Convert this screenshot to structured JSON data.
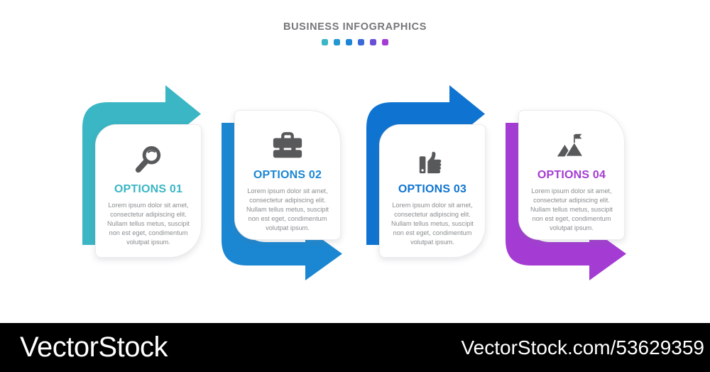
{
  "header": {
    "title": "BUSINESS INFOGRAPHICS",
    "dot_colors": [
      "#3ab6c4",
      "#2397cf",
      "#1b86d6",
      "#3a6ad8",
      "#6a4fd6",
      "#a43cd4"
    ]
  },
  "options": [
    {
      "label": "OPTIONS 01",
      "color": "#3ab6c4",
      "icon": "search-icon",
      "body": "Lorem ipsum dolor sit amet, consectetur adipiscing elit. Nullam tellus metus, suscipit non est eget, condimentum volutpat ipsum."
    },
    {
      "label": "OPTIONS 02",
      "color": "#1b87d2",
      "icon": "briefcase-icon",
      "body": "Lorem ipsum dolor sit amet, consectetur adipiscing elit. Nullam tellus metus, suscipit non est eget, condimentum volutpat ipsum."
    },
    {
      "label": "OPTIONS 03",
      "color": "#0f74d1",
      "icon": "thumbs-up-icon",
      "body": "Lorem ipsum dolor sit amet, consectetur adipiscing elit. Nullam tellus metus, suscipit non est eget, condimentum volutpat ipsum."
    },
    {
      "label": "OPTIONS 04",
      "color": "#a43cd4",
      "icon": "mountain-flag-icon",
      "body": "Lorem ipsum dolor sit amet, consectetur adipiscing elit. Nullam tellus metus, suscipit non est eget, condimentum volutpat ipsum."
    }
  ],
  "icon_color": "#58595b",
  "watermark": {
    "brand": "VectorStock",
    "code": "VectorStock.com/53629359",
    "bar_color": "#000000"
  }
}
